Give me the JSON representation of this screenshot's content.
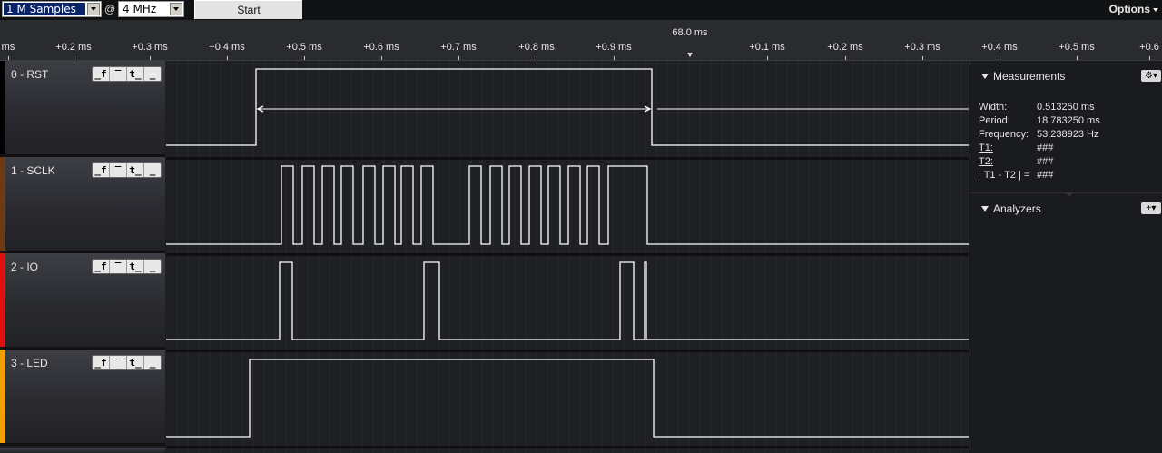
{
  "toolbar": {
    "samples_value": "1 M Samples",
    "at_sign": "@",
    "rate_value": "4 MHz",
    "start_label": "Start",
    "options_label": "Options"
  },
  "ruler": {
    "center_label": "68.0 ms",
    "ticks": [
      "ms",
      "+0.2 ms",
      "+0.3 ms",
      "+0.4 ms",
      "+0.5 ms",
      "+0.6 ms",
      "+0.7 ms",
      "+0.8 ms",
      "+0.9 ms",
      "+0.1 ms",
      "+0.2 ms",
      "+0.3 ms",
      "+0.4 ms",
      "+0.5 ms",
      "+0.6"
    ]
  },
  "channels": [
    {
      "label": "0 - RST",
      "color": "#000000"
    },
    {
      "label": "1 - SCLK",
      "color": "#6b3a17"
    },
    {
      "label": "2 - IO",
      "color": "#e01010"
    },
    {
      "label": "3 - LED",
      "color": "#f0a000"
    }
  ],
  "trigger_buttons": [
    "_f",
    "‾",
    "t_",
    "_"
  ],
  "panel": {
    "measurements_title": "Measurements",
    "analyzers_title": "Analyzers",
    "settings_icon": "gear-icon",
    "add_icon": "plus-icon",
    "rows": [
      {
        "key": "Width:",
        "value": "0.513250 ms"
      },
      {
        "key": "Period:",
        "value": "18.783250 ms"
      },
      {
        "key": "Frequency:",
        "value": "53.238923 Hz"
      },
      {
        "key": "T1:",
        "value": "###"
      },
      {
        "key": "T2:",
        "value": "###"
      },
      {
        "key": "| T1 - T2 | =",
        "value": "###"
      }
    ]
  }
}
